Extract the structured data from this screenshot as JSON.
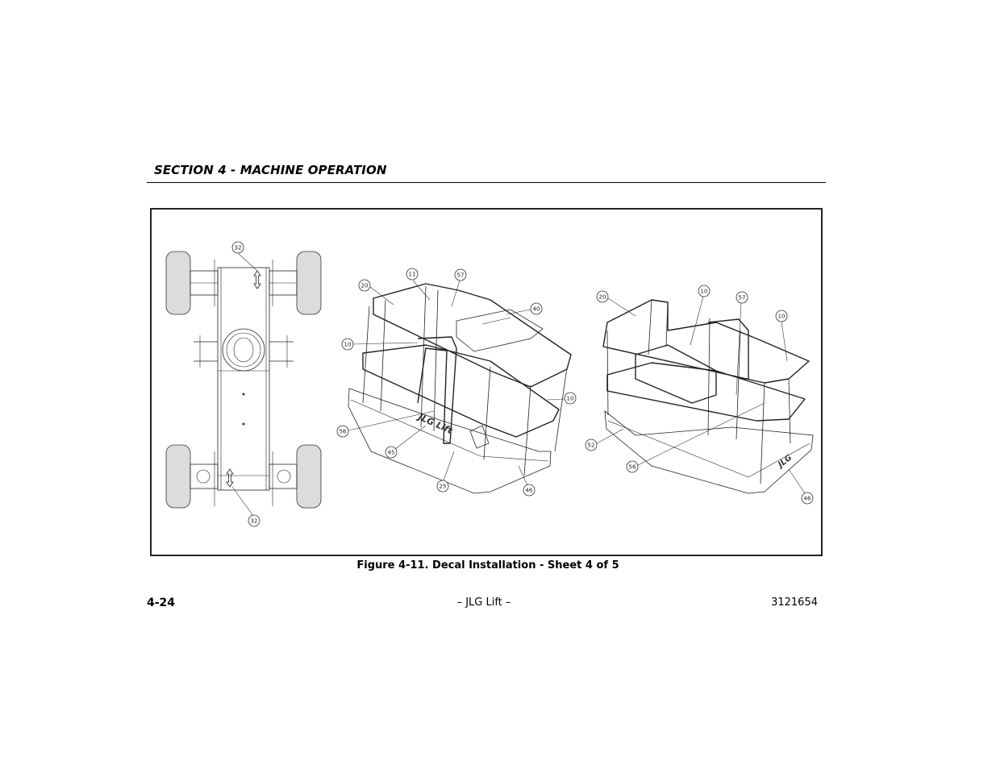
{
  "header": {
    "section_title": "SECTION 4 - MACHINE OPERATION"
  },
  "figure": {
    "caption": "Figure 4-11. Decal Installation - Sheet 4 of 5",
    "views": {
      "chassis": {
        "callouts": [
          "32",
          "32"
        ]
      },
      "platform_front": {
        "callouts": [
          "20",
          "11",
          "57",
          "40",
          "10",
          "10",
          "56",
          "45",
          "25",
          "46"
        ]
      },
      "platform_rear": {
        "callouts": [
          "20",
          "10",
          "57",
          "10",
          "52",
          "56",
          "46"
        ]
      }
    }
  },
  "footer": {
    "page_number": "4-24",
    "center_text": "– JLG Lift –",
    "doc_number": "3121654"
  }
}
